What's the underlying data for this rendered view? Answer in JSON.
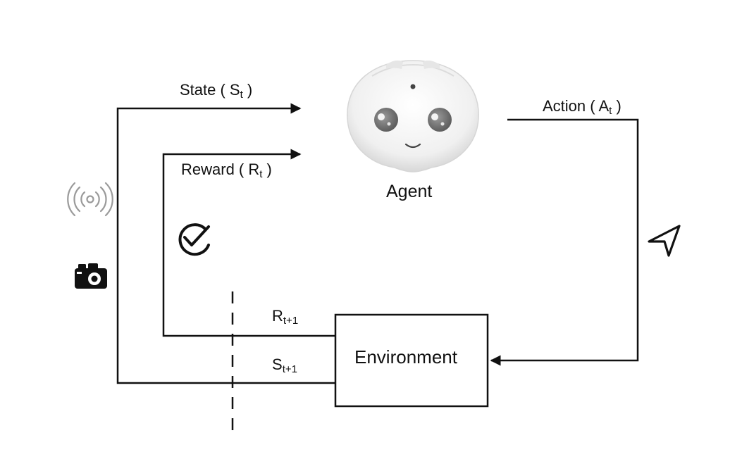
{
  "labels": {
    "state": {
      "text": "State ( S",
      "sub": "t",
      "close": " )"
    },
    "reward": {
      "text": "Reward ( R",
      "sub": "t",
      "close": " )"
    },
    "action": {
      "text": "Action ( A",
      "sub": "t",
      "close": " )"
    },
    "agent": "Agent",
    "environment": "Environment",
    "reward_next": {
      "text": "R",
      "sub": "t+1"
    },
    "state_next": {
      "text": "S",
      "sub": "t+1"
    }
  },
  "icons": [
    "robot-head-icon",
    "wireless-signal-icon",
    "camera-icon",
    "checkmark-circle-icon",
    "send-arrow-icon"
  ],
  "colors": {
    "line": "#111111",
    "signal_icon": "#9a9a9a",
    "robot_face": "#f2f2f2",
    "robot_shadow": "#d0d0d0",
    "robot_eye": "#8c8c8c"
  }
}
